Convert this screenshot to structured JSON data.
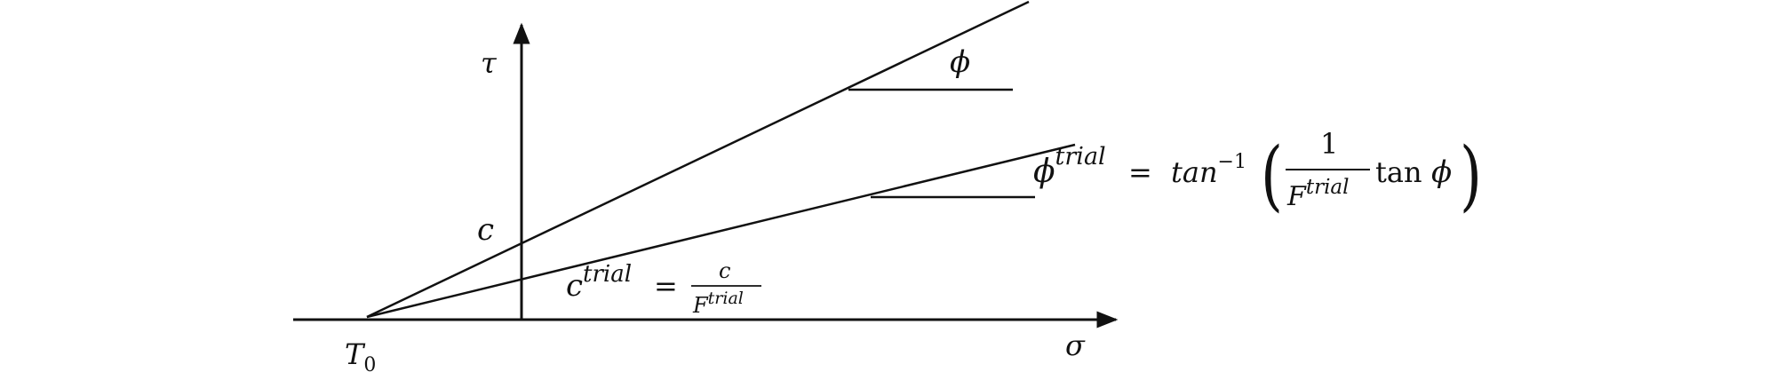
{
  "diagram": {
    "axis_labels": {
      "tau": "τ",
      "sigma": "σ"
    },
    "point_labels": {
      "c": "c",
      "T_base": "T",
      "T_sub": "0"
    },
    "angle_label": "ϕ",
    "c_trial_eq": {
      "lhs_base": "c",
      "lhs_sup": "trial",
      "equals": "=",
      "frac_num": "c",
      "frac_den_base": "F",
      "frac_den_sup": "trial"
    },
    "phi_trial_eq": {
      "lhs_base": "ϕ",
      "lhs_sup": "trial",
      "equals": "=",
      "func": "tan",
      "func_sup": "−1",
      "open_paren": "(",
      "frac_num": "1",
      "frac_den_base": "F",
      "frac_den_sup": "trial",
      "tan_text": "tan",
      "phi": "ϕ",
      "close_paren": ")"
    }
  }
}
